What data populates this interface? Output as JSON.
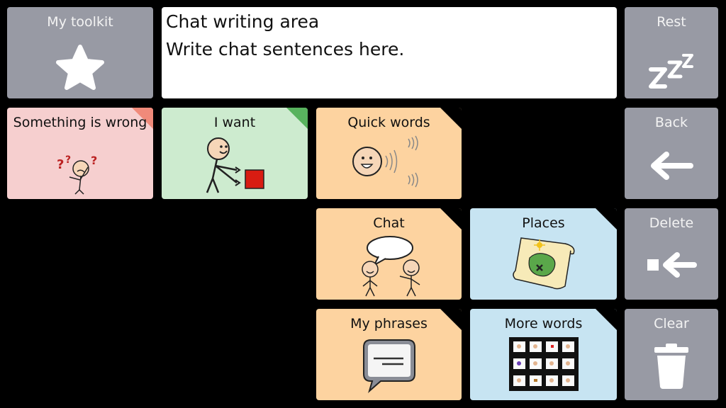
{
  "toolkit": {
    "label": "My toolkit"
  },
  "chat_area": {
    "title": "Chat writing area",
    "text": "Write chat sentences here."
  },
  "rest": {
    "label": "Rest"
  },
  "back": {
    "label": "Back"
  },
  "delete": {
    "label": "Delete"
  },
  "clear": {
    "label": "Clear"
  },
  "tiles": {
    "something_wrong": "Something is wrong",
    "i_want": "I want",
    "quick_words": "Quick words",
    "chat": "Chat",
    "places": "Places",
    "my_phrases": "My phrases",
    "more_words": "More words"
  },
  "colors": {
    "gray": "#989aa4",
    "pink": "#f6cfcf",
    "pink_corner": "#f08a7a",
    "green": "#cdebcf",
    "green_corner": "#58b35e",
    "orange": "#fdd3a0",
    "blue": "#c7e4f2"
  }
}
